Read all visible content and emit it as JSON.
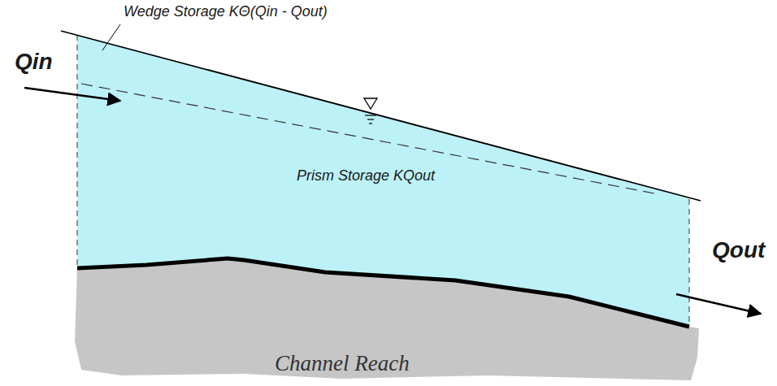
{
  "diagram": {
    "labels": [
      "Wedge Storage KΘ(Qin - Qout)",
      "Qin",
      "Prism Storage KQout",
      "Qout",
      "Channel Reach"
    ]
  }
}
